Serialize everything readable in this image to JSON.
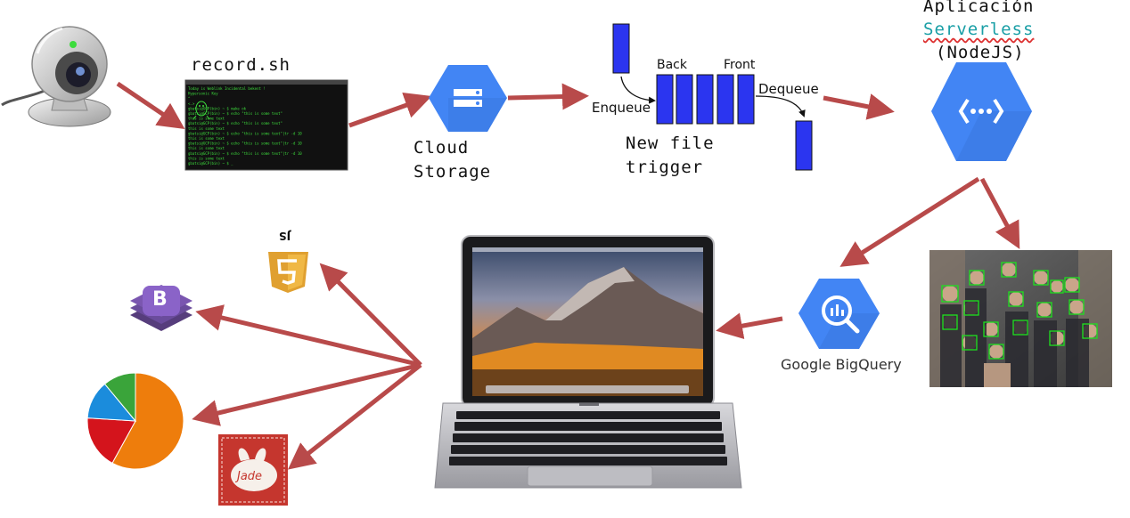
{
  "diagram": {
    "record_label": "record.sh",
    "storage_label_line1": "Cloud",
    "storage_label_line2": "Storage",
    "queue_back": "Back",
    "queue_front": "Front",
    "queue_enqueue": "Enqueue",
    "queue_dequeue": "Dequeue",
    "trigger_line1": "New file",
    "trigger_line2": "trigger",
    "app_line1": "Aplicación",
    "app_line2": "Serverless",
    "app_line3": "(NodeJS)",
    "bigquery_label": "Google BigQuery",
    "js_badge": "JS",
    "bootstrap_letter": "B",
    "jade_label": "Jade"
  },
  "terminal": {
    "lines": [
      "Today is Weblink Incidental bekent !",
      "Hypersonic Key",
      "^",
      "<.>",
      "gbatsi@GCP(bin) ~ $ make ok",
      "gbatsi@GCP(bin) ~ $ echo \"this is some text\"",
      "this is some text",
      "gbatsi@GCP(bin) ~ $ echo \"this is some text\"",
      "this is some text",
      "gbatsi@GCP(bin) ~ $ echo \"this is some text\"|tr -d 10",
      "this is some text",
      "gbatsi@GCP(bin) ~ $ echo \"this is some text\"|tr -d 10",
      "this is some text",
      "gbatsi@GCP(bin) ~ $ echo \"this is some text\"|tr -d 10",
      "this is some text",
      "gbatsi@GCP(bin) ~ $ _"
    ]
  },
  "colors": {
    "arrow": "#b84a4a",
    "gcp_blue": "#4285f4",
    "gcp_blue_dark": "#3a78e0",
    "queue_blue": "#2b35f0",
    "terminal_green": "#3ddc3d",
    "html5_orange": "#e0a030",
    "bootstrap_purple": "#7a4fc0",
    "pie_orange": "#ee7d0c",
    "pie_red": "#d4141c",
    "pie_blue": "#1b8cdc",
    "pie_green": "#3aa43a",
    "jade_red": "#c5362e",
    "serverless_teal": "#1a9fa6"
  },
  "icons": [
    "webcam-icon",
    "terminal-window",
    "cloud-storage-icon",
    "queue-diagram",
    "cloud-functions-icon",
    "face-detection-photo",
    "bigquery-icon",
    "macbook-laptop",
    "js-html5-icon",
    "bootstrap-icon",
    "pie-chart-icon",
    "jade-icon"
  ],
  "chart_data": {
    "type": "pie",
    "title": "",
    "slices": [
      {
        "color": "#ee7d0c",
        "value": 58
      },
      {
        "color": "#d4141c",
        "value": 18
      },
      {
        "color": "#1b8cdc",
        "value": 13
      },
      {
        "color": "#3aa43a",
        "value": 11
      }
    ]
  }
}
